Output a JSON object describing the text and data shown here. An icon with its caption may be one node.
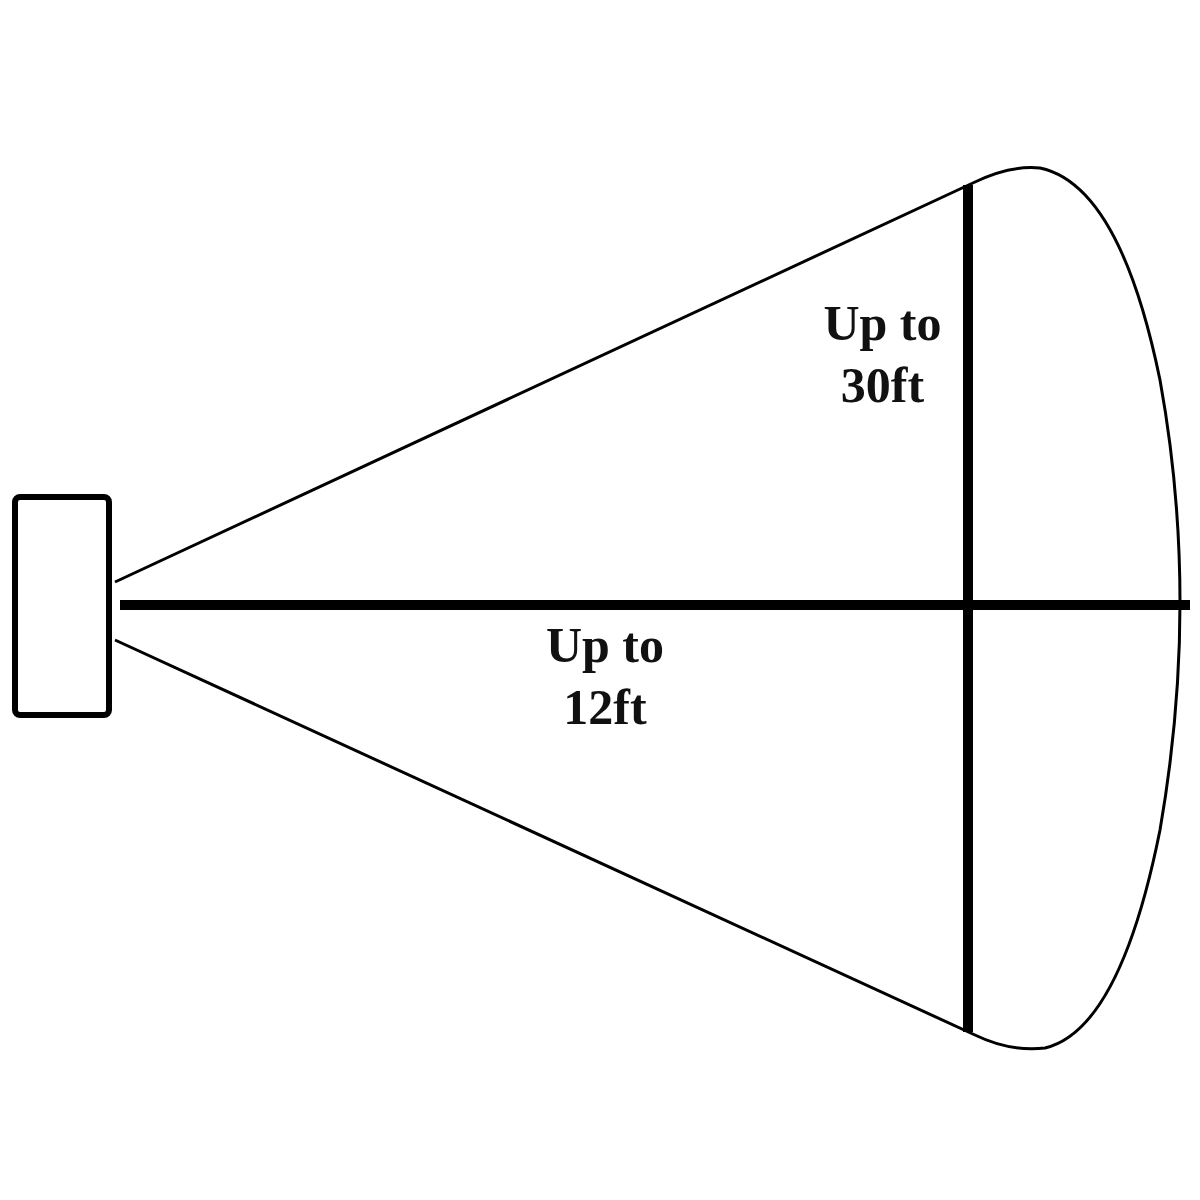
{
  "diagram": {
    "nodes": [
      {
        "text": [],
        "shape": "box"
      }
    ],
    "edges": [],
    "labels": [
      "Up to 30ft",
      "Up to 12ft"
    ]
  }
}
